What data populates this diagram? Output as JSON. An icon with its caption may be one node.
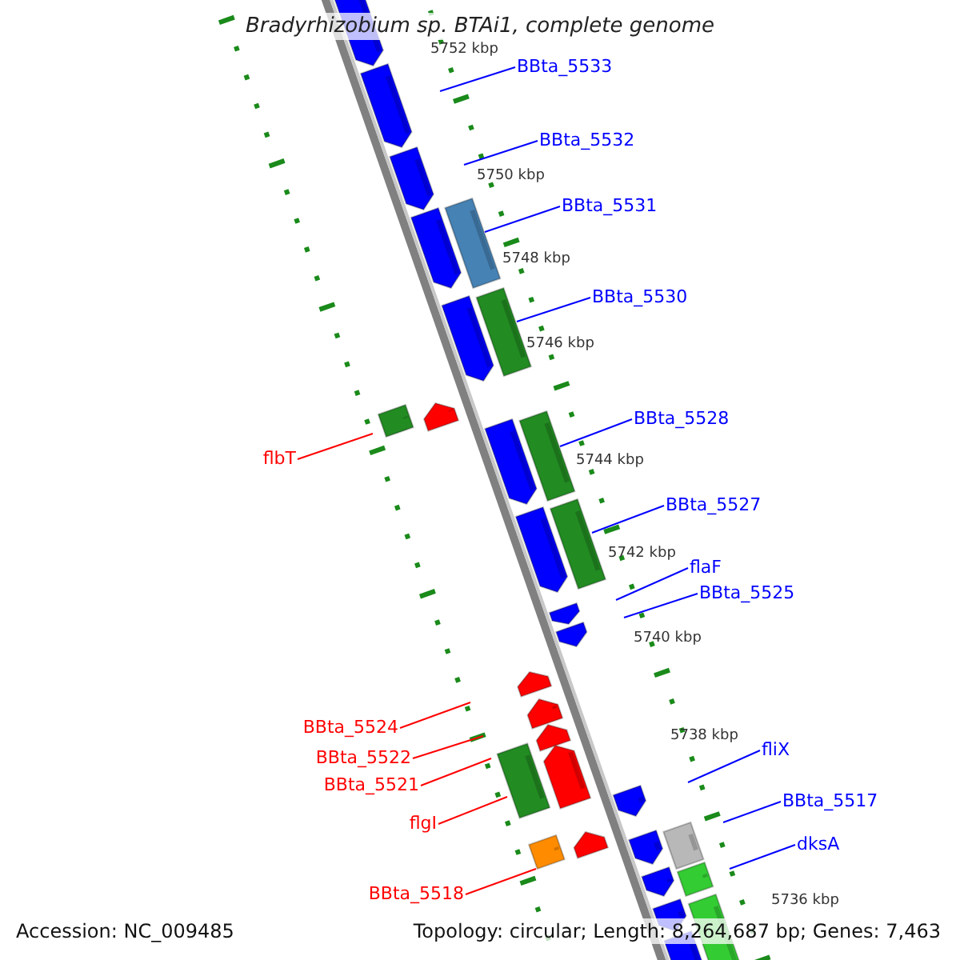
{
  "diagram": {
    "title": "Bradyrhizobium sp. BTAi1, complete genome",
    "nodes": [
      {
        "text": [
          "BBta_5533"
        ]
      },
      {
        "text": [
          "BBta_5532"
        ]
      },
      {
        "text": [
          "BBta_5531"
        ]
      },
      {
        "text": [
          "BBta_5530"
        ]
      },
      {
        "text": [
          "BBta_5528"
        ]
      },
      {
        "text": [
          "flbT"
        ]
      },
      {
        "text": [
          "BBta_5527"
        ]
      },
      {
        "text": [
          "flaF"
        ]
      },
      {
        "text": [
          "BBta_5525"
        ]
      },
      {
        "text": [
          "BBta_5524"
        ]
      },
      {
        "text": [
          "BBta_5522"
        ]
      },
      {
        "text": [
          "BBta_5521"
        ]
      },
      {
        "text": [
          "fliX"
        ]
      },
      {
        "text": [
          "flgI"
        ]
      },
      {
        "text": [
          "BBta_5517"
        ]
      },
      {
        "text": [
          "dksA"
        ]
      },
      {
        "text": [
          "BBta_5518"
        ]
      }
    ],
    "edges": [
      {
        "from": 0,
        "to": null,
        "arrow": "none"
      },
      {
        "from": 1,
        "to": null,
        "arrow": "none"
      },
      {
        "from": 2,
        "to": null,
        "arrow": "none"
      },
      {
        "from": 3,
        "to": null,
        "arrow": "none"
      },
      {
        "from": 4,
        "to": null,
        "arrow": "none"
      },
      {
        "from": 5,
        "to": null,
        "arrow": "none",
        "color": "#ff0000"
      },
      {
        "from": 6,
        "to": null,
        "arrow": "none"
      },
      {
        "from": 7,
        "to": null,
        "arrow": "none"
      },
      {
        "from": 8,
        "to": null,
        "arrow": "none"
      },
      {
        "from": 9,
        "to": null,
        "arrow": "none",
        "color": "#ff0000"
      },
      {
        "from": 10,
        "to": null,
        "arrow": "none",
        "color": "#ff0000"
      },
      {
        "from": 11,
        "to": null,
        "arrow": "none",
        "color": "#ff0000"
      },
      {
        "from": 12,
        "to": null,
        "arrow": "none"
      },
      {
        "from": 13,
        "to": null,
        "arrow": "none",
        "color": "#ff0000"
      },
      {
        "from": 14,
        "to": null,
        "arrow": "none"
      },
      {
        "from": 15,
        "to": null,
        "arrow": "none"
      },
      {
        "from": 16,
        "to": null,
        "arrow": "none",
        "color": "#ff0000"
      }
    ],
    "labels": [
      "5752 kbp",
      "5750 kbp",
      "5748 kbp",
      "5746 kbp",
      "5744 kbp",
      "5742 kbp",
      "5740 kbp",
      "5738 kbp",
      "5736 kbp",
      "Accession: NC_009485",
      "Topology: circular; Length: 8,264,687 bp; Genes: 7,463"
    ]
  }
}
